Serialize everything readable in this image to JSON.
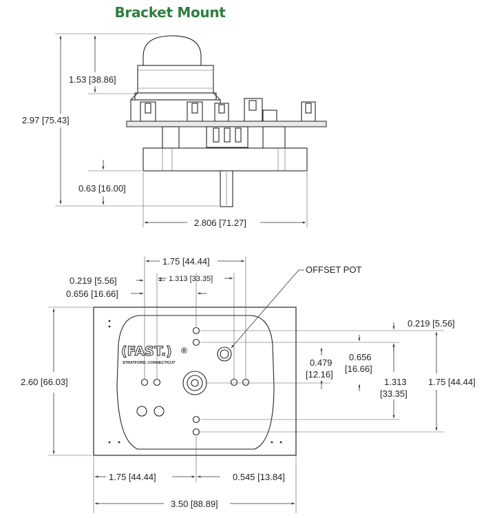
{
  "title": "Bracket Mount",
  "side_view": {
    "dims": {
      "height_top": "1.53 [38.86]",
      "height_total": "2.97 [75.43]",
      "height_bottom": "0.63 [16.00]",
      "width": "2.806 [71.27]"
    }
  },
  "plan_view": {
    "callout": "OFFSET POT",
    "logo_main": "(FAST.)",
    "logo_reg": "®",
    "logo_sub": "STRATFORD, CONNECTICUT",
    "dims": {
      "top_span": "1.75 [44.44]",
      "top_inner": "1.313 [33.35]",
      "left_small": "0.219 [5.56]",
      "left_medium": "0.656 [16.66]",
      "height": "2.60 [66.03]",
      "right_small": "0.219 [5.56]",
      "right_a": "0.479",
      "right_a_mm": "[12.16]",
      "right_b": "0.656",
      "right_b_mm": "[16.66]",
      "right_c": "1.313",
      "right_c_mm": "[33.35]",
      "right_total": "1.75 [44.44]",
      "bottom_left": "1.75 [44.44]",
      "bottom_right": "0.545 [13.84]",
      "bottom_total": "3.50 [88.89]"
    }
  }
}
